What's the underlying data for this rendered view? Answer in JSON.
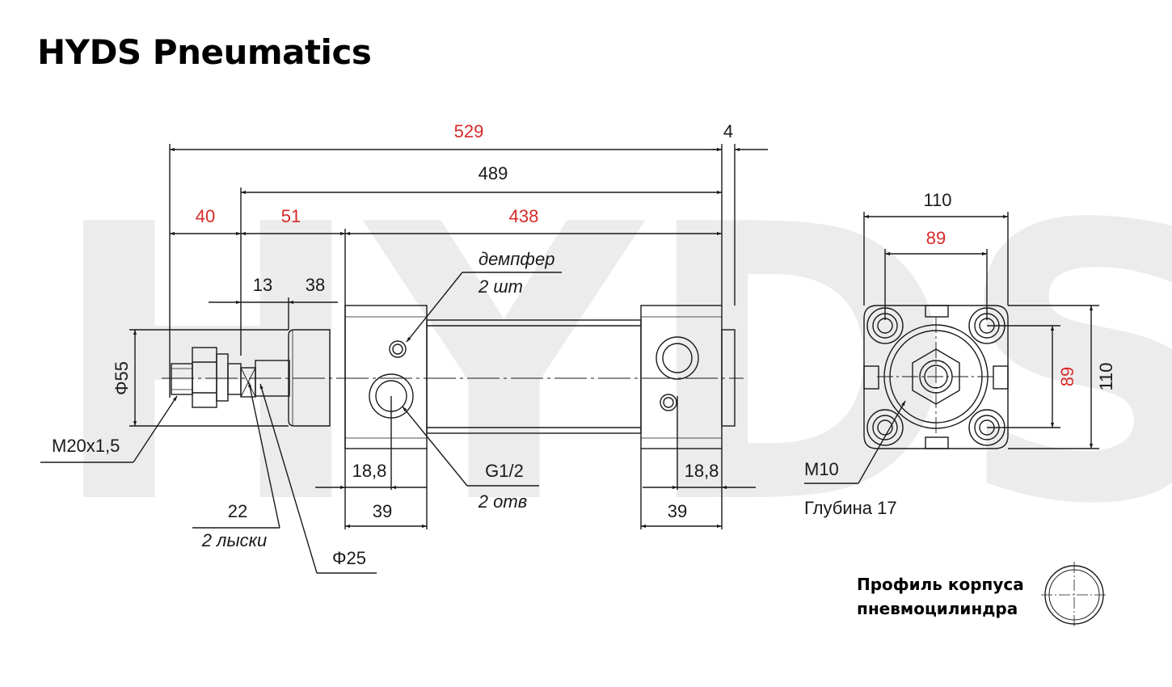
{
  "title": "HYDS Pneumatics",
  "watermark": "HYDS",
  "colors": {
    "dimension_red": "#d62a2a",
    "dimension_black": "#1a1a1a",
    "line": "#1a1a1a"
  },
  "dimensions": {
    "overall_length": "529",
    "flange_gap": "4",
    "length_from_rod_shoulder": "489",
    "rod_thread_length": "40",
    "rod_to_body": "51",
    "body_length": "438",
    "wrench_flat": "13",
    "bushing_length": "38",
    "rod_diameter_outer": "Φ55",
    "port_offset_left": "18,8",
    "port_offset_right": "18,8",
    "cap_width_left": "39",
    "cap_width_right": "39",
    "profile_outer_width": "110",
    "profile_bolt_spacing_h": "89",
    "profile_bolt_spacing_v": "89",
    "profile_outer_height": "110"
  },
  "callouts": {
    "damper": {
      "line1": "демпфер",
      "line2": "2 шт"
    },
    "thread": "M20x1,5",
    "flats": {
      "line1": "22",
      "line2": "2 лыски"
    },
    "rod_diameter": "Φ25",
    "port": {
      "line1": "G1/2",
      "line2": "2 отв"
    },
    "bolt_thread": {
      "line1": "M10",
      "line2": "Глубина 17"
    }
  },
  "legend": {
    "line1": "Профиль корпуса",
    "line2": "пневмоцилиндра"
  }
}
